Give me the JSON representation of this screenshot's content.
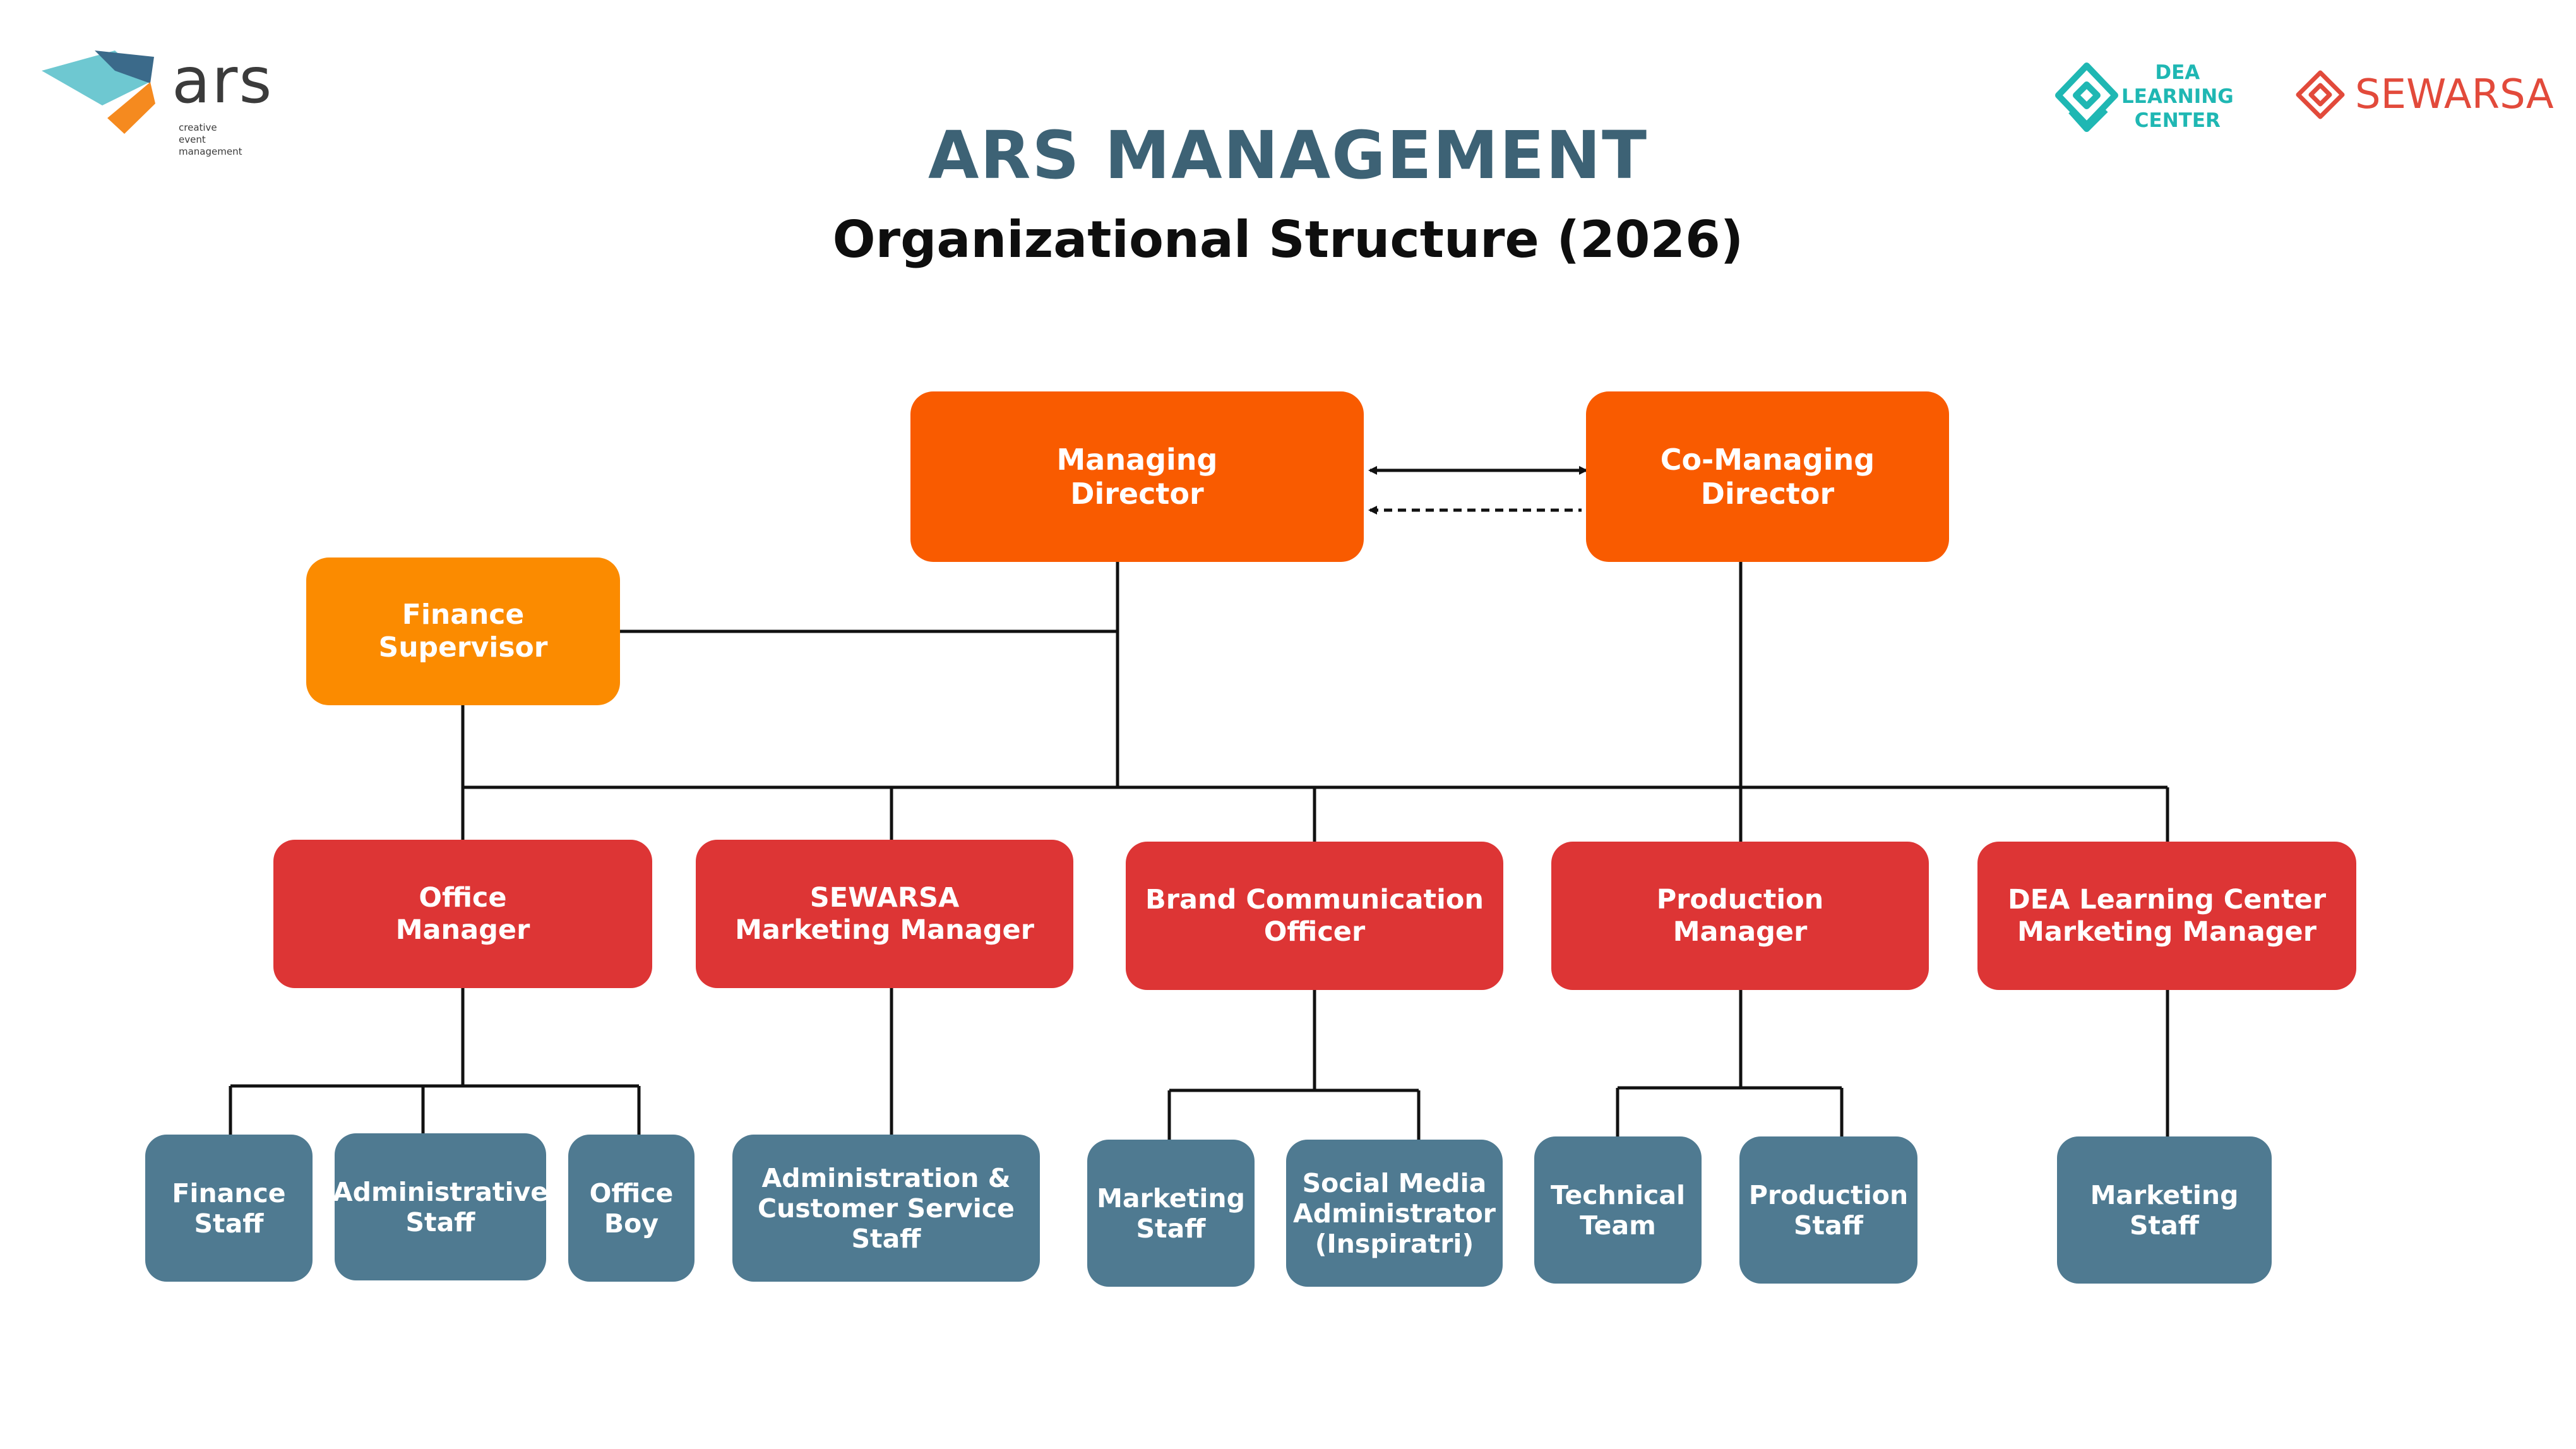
{
  "header": {
    "title": "ARS MANAGEMENT",
    "subtitle": "Organizational Structure (2026)"
  },
  "logos": {
    "ars": {
      "word": "ars",
      "tagline": "creative\nevent\nmanagement",
      "colors": [
        "#6ec8d1",
        "#3b6a8a",
        "#f58a1f"
      ]
    },
    "dea": {
      "text": "DEA\nLEARNING\nCENTER",
      "color": "#1fb7b3"
    },
    "sewarsa": {
      "text": "SEWARSA",
      "color": "#e24a3b"
    }
  },
  "colors": {
    "directors": "#f95b00",
    "finance_supervisor": "#fb8b00",
    "managers": "#dd3535",
    "staff": "#4f7a91",
    "title": "#3d6275",
    "lines": "#111111"
  },
  "org": {
    "managing_director": "Managing\nDirector",
    "co_managing_director": "Co-Managing\nDirector",
    "finance_supervisor": "Finance\nSupervisor",
    "managers": [
      {
        "label": "Office\nManager"
      },
      {
        "label": "SEWARSA\nMarketing Manager"
      },
      {
        "label": "Brand Communication\nOfficer"
      },
      {
        "label": "Production\nManager"
      },
      {
        "label": "DEA Learning Center\nMarketing Manager"
      }
    ],
    "staff": [
      {
        "label": "Finance\nStaff"
      },
      {
        "label": "Administrative\nStaff"
      },
      {
        "label": "Office\nBoy"
      },
      {
        "label": "Administration &\nCustomer Service Staff"
      },
      {
        "label": "Marketing\nStaff"
      },
      {
        "label": "Social Media\nAdministrator\n(Inspiratri)"
      },
      {
        "label": "Technical\nTeam"
      },
      {
        "label": "Production\nStaff"
      },
      {
        "label": "Marketing\nStaff"
      }
    ]
  }
}
